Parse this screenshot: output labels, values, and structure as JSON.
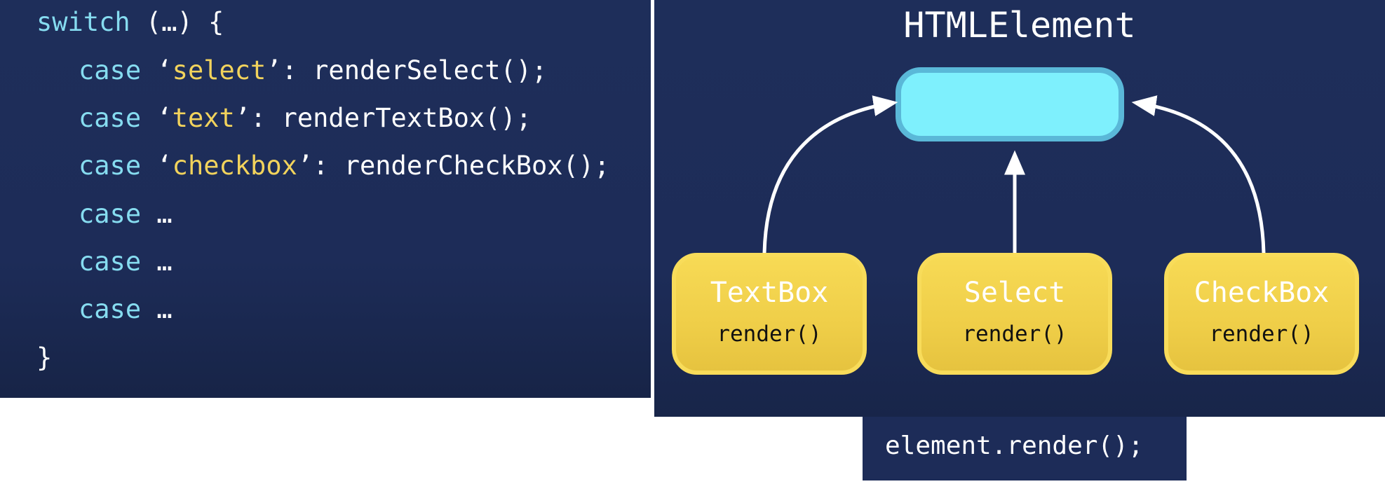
{
  "code": {
    "switch_kw": "switch",
    "switch_rest": " (…) {",
    "cases": [
      {
        "kw": "case",
        "open_quote": " ‘",
        "value": "select",
        "rest": "’: renderSelect();"
      },
      {
        "kw": "case",
        "open_quote": " ‘",
        "value": "text",
        "rest": "’: renderTextBox();"
      },
      {
        "kw": "case",
        "open_quote": " ‘",
        "value": "checkbox",
        "rest": "’: renderCheckBox();"
      }
    ],
    "ellipsis_cases": [
      {
        "kw": "case",
        "rest": " …"
      },
      {
        "kw": "case",
        "rest": " …"
      },
      {
        "kw": "case",
        "rest": " …"
      }
    ],
    "closing": "}"
  },
  "diagram": {
    "title": "HTMLElement",
    "children": [
      {
        "name": "TextBox",
        "method": "render()"
      },
      {
        "name": "Select",
        "method": "render()"
      },
      {
        "name": "CheckBox",
        "method": "render()"
      }
    ]
  },
  "call": {
    "text": "element.render();"
  },
  "colors": {
    "background": "#1d2c58",
    "keyword": "#86dcf0",
    "string": "#f2d35c",
    "parent_fill": "#7ef0fd",
    "parent_border": "#5ab8d8",
    "child_fill": "#efce48"
  }
}
